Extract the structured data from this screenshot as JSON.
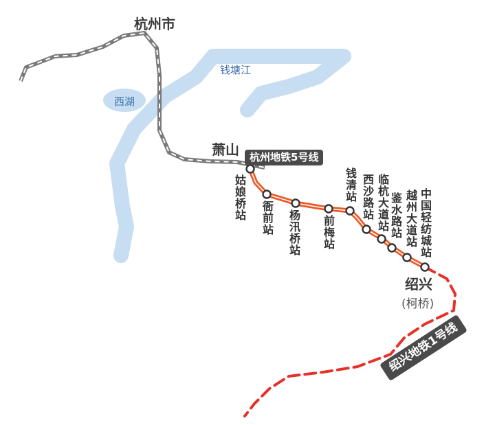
{
  "cities": {
    "hangzhou": "杭州市",
    "xiaoshan": "萧山",
    "shaoxing": "绍兴",
    "shaoxing_sub": "(柯桥)"
  },
  "water": {
    "west_lake": "西湖",
    "qiantang_river": "钱塘江"
  },
  "lines": {
    "hz_metro5": "杭州地铁5号线",
    "sx_metro1": "绍兴地铁1号线"
  },
  "stations": [
    "姑娘桥站",
    "衙前站",
    "杨汛桥站",
    "前梅站",
    "钱清站",
    "西沙路站",
    "临杭大道站",
    "鉴水路站",
    "越州大道站",
    "中国轻纺城站"
  ],
  "colors": {
    "line_orange": "#ea5a28",
    "dashed_red": "#e8302a",
    "river_blue": "#c7ddf1",
    "rail_gray": "#7a7a7a"
  }
}
